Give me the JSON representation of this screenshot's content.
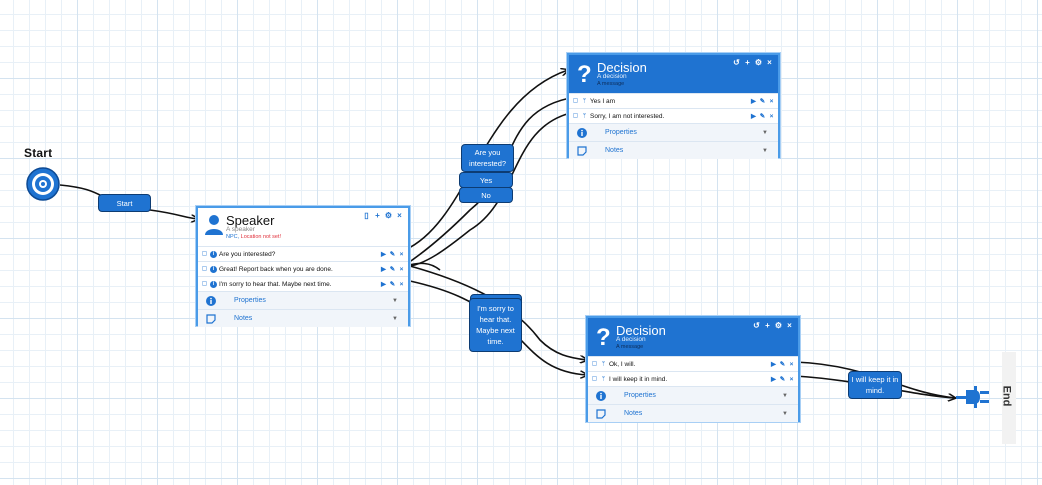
{
  "colors": {
    "accent": "#1f73d1",
    "border": "#4a9be8",
    "wire": "#111111",
    "error": "#e0303b"
  },
  "start": {
    "label": "Start",
    "icon": "target-icon"
  },
  "end": {
    "label": "End",
    "icon": "plug-icon"
  },
  "edges": {
    "start": "Start",
    "are_you_interested": "Are you interested?",
    "yes": "Yes",
    "no": "No",
    "great_report": "Great! Report",
    "sorry": "I'm sorry to hear that. Maybe next time.",
    "keep_in_mind": "I will keep it in mind."
  },
  "speaker": {
    "title": "Speaker",
    "subtitle": "A speaker",
    "warning_npc": "NPC,",
    "warning_location": "Location not set!",
    "lines": [
      {
        "text": "Are you interested?"
      },
      {
        "text": "Great! Report back when you are done."
      },
      {
        "text": "I'm sorry to hear that. Maybe next time."
      }
    ],
    "properties": "Properties",
    "notes": "Notes"
  },
  "decision1": {
    "title": "Decision",
    "subtitle": "A decision",
    "message": "A message",
    "options": [
      {
        "text": "Yes I am"
      },
      {
        "text": "Sorry, I am not interested."
      }
    ],
    "properties": "Properties",
    "notes": "Notes"
  },
  "decision2": {
    "title": "Decision",
    "subtitle": "A decision",
    "message": "A message",
    "options": [
      {
        "text": "Ok, I will."
      },
      {
        "text": "I will keep it in mind."
      }
    ],
    "properties": "Properties",
    "notes": "Notes"
  }
}
